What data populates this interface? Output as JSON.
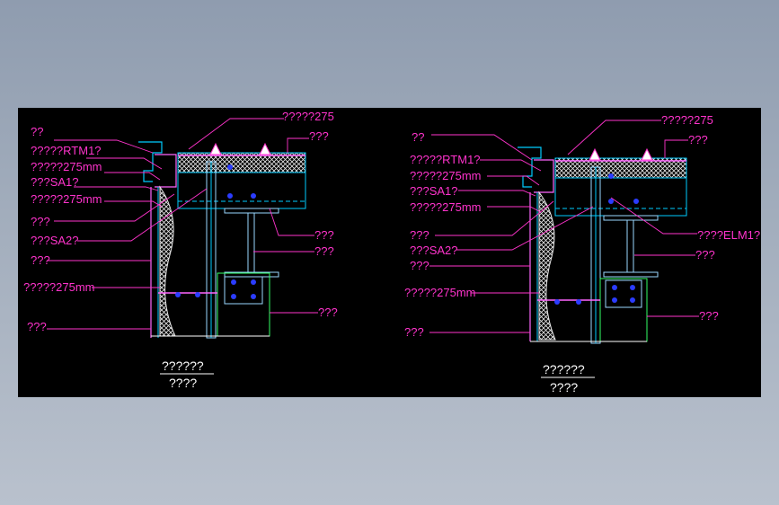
{
  "colors": {
    "background": "#000000",
    "label": "#ff33cc",
    "structure": "#00ccff",
    "insulation": "#e8e8e8",
    "steel": "#9ad7ff",
    "bolt": "#2b3cff",
    "connection": "#33ff66",
    "caption": "#ffffff",
    "page": "#9aa6b6"
  },
  "left": {
    "labels": {
      "l1": "??",
      "l2": "?????RTM1?",
      "l3": "?????275mm",
      "l4": "???SA1?",
      "l5": "?????275mm",
      "l6": "???",
      "l7": "???SA2?",
      "l8": "???",
      "l9": "?????275mm",
      "l10": "???",
      "r1": "?????275",
      "r2": "???",
      "r3": "???",
      "r4": "???",
      "r5": "???"
    },
    "caption_title": "??????",
    "caption_sub": "????"
  },
  "right": {
    "labels": {
      "l1": "??",
      "l2": "?????RTM1?",
      "l3": "?????275mm",
      "l4": "???SA1?",
      "l5": "?????275mm",
      "l6": "???",
      "l7": "???SA2?",
      "l8": "???",
      "l9": "?????275mm",
      "l10": "???",
      "r1": "?????275",
      "r2": "???",
      "r3": "????ELM1?",
      "r4": "???",
      "r5": "???"
    },
    "caption_title": "??????",
    "caption_sub": "????"
  }
}
